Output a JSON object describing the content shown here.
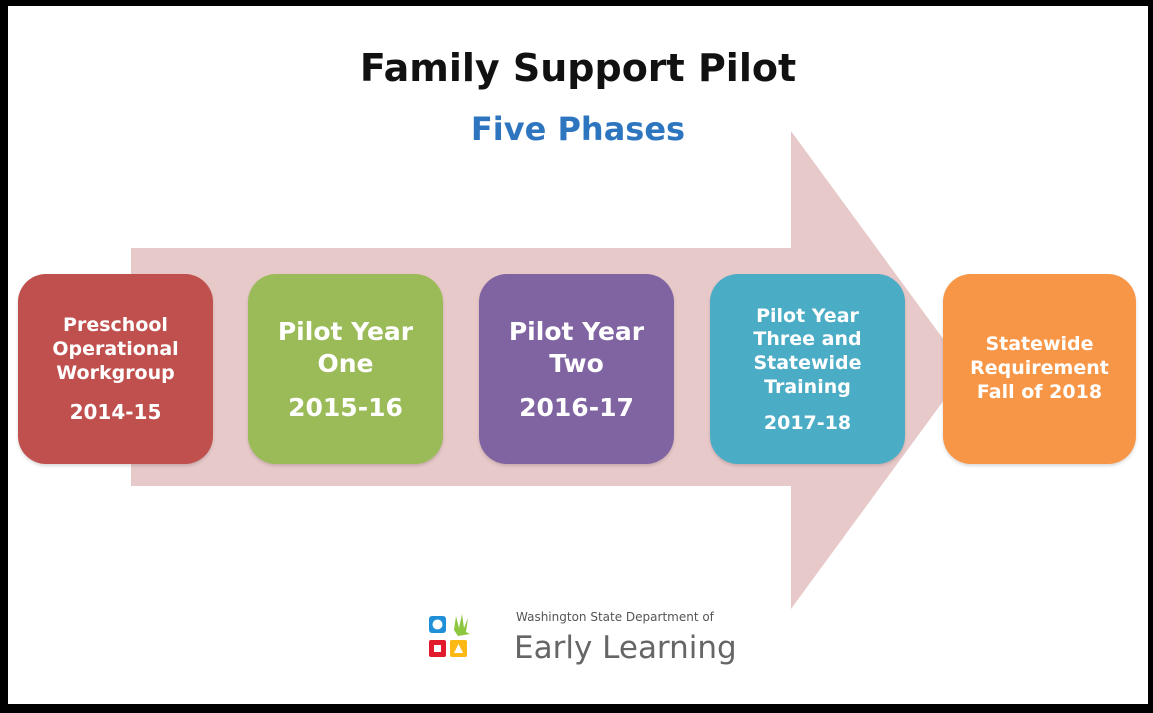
{
  "title": "Family Support Pilot",
  "subtitle": "Five Phases",
  "phases": [
    {
      "label": "Preschool\nOperational\nWorkgroup",
      "year": "2014-15",
      "color": "#c0504d"
    },
    {
      "label": "Pilot Year\nOne",
      "year": "2015-16",
      "color": "#9bbb59"
    },
    {
      "label": "Pilot Year\nTwo",
      "year": "2016-17",
      "color": "#8064a2"
    },
    {
      "label": "Pilot Year\nThree and\nStatewide\nTraining",
      "year": "2017-18",
      "color": "#4bacc6"
    },
    {
      "label": "Statewide\nRequirement\nFall of 2018",
      "year": "",
      "color": "#f79646"
    }
  ],
  "arrow_color": "#e8c9c9",
  "logo": {
    "line1": "Washington State Department of",
    "line2": "Early Learning"
  }
}
